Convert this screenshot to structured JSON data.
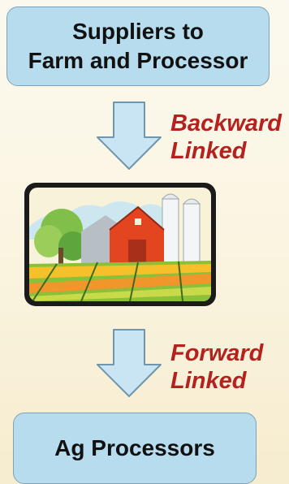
{
  "top_box": {
    "line1": "Suppliers to",
    "line2": "Farm and Processor"
  },
  "backward_link": {
    "line1": "Backward",
    "line2": "Linked"
  },
  "forward_link": {
    "line1": "Forward",
    "line2": "Linked"
  },
  "bottom_box": {
    "label": "Ag Processors"
  },
  "colors": {
    "box_fill": "#b7dcee",
    "box_border": "#7fa2b8",
    "arrow_fill": "#c9e5f3",
    "label_red": "#b5221e",
    "barn_red": "#e2451f"
  },
  "icons": {
    "farm": "farm-barn-silo-icon",
    "arrow": "down-arrow-icon"
  }
}
